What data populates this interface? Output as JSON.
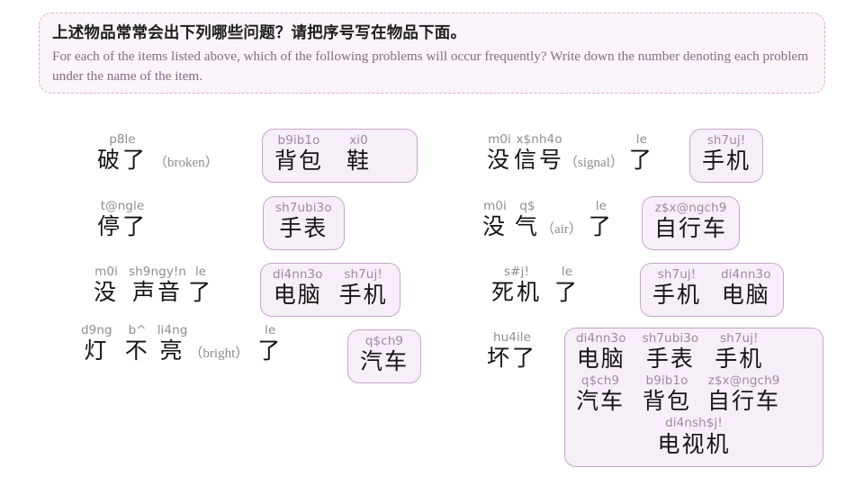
{
  "prompt": {
    "zh": "上述物品常常会出下列哪些问题？请把序号写在物品下面。",
    "en": "For each of the items listed above, which of the following problems will  occur frequently? Write down the number denoting each problem under the name of the item."
  },
  "left_column": [
    {
      "problem": {
        "parts": [
          {
            "pinyin": "p8le",
            "hanzi": "破了"
          }
        ],
        "gloss": "（broken）"
      },
      "answers": [
        {
          "pinyin": "b9ib1o",
          "hanzi": "背包"
        },
        {
          "pinyin": "xi0",
          "hanzi": "鞋"
        }
      ]
    },
    {
      "problem": {
        "parts": [
          {
            "pinyin": "t@ngle",
            "hanzi": "停了"
          }
        ],
        "gloss": ""
      },
      "answers": [
        {
          "pinyin": "sh7ubi3o",
          "hanzi": "手表"
        }
      ]
    },
    {
      "problem": {
        "parts": [
          {
            "pinyin": "m0i",
            "hanzi": "没"
          },
          {
            "pinyin": "sh9ngy!n",
            "hanzi": "声音"
          },
          {
            "pinyin": "le",
            "hanzi": "了"
          }
        ],
        "gloss": ""
      },
      "answers": [
        {
          "pinyin": "di4nn3o",
          "hanzi": "电脑"
        },
        {
          "pinyin": "sh7uj!",
          "hanzi": "手机"
        }
      ]
    },
    {
      "problem": {
        "parts": [
          {
            "pinyin": "d9ng",
            "hanzi": "灯"
          },
          {
            "pinyin": "b^",
            "hanzi": "不"
          },
          {
            "pinyin": "li4ng",
            "hanzi": "亮"
          }
        ],
        "gloss": "（bright）",
        "tail": {
          "pinyin": "le",
          "hanzi": "了"
        }
      },
      "answers": [
        {
          "pinyin": "q$ch9",
          "hanzi": "汽车"
        }
      ]
    }
  ],
  "right_column": [
    {
      "problem": {
        "parts": [
          {
            "pinyin": "m0i",
            "hanzi": "没"
          },
          {
            "pinyin": "x$nh4o",
            "hanzi": "信号"
          }
        ],
        "gloss": "（signal）",
        "tail": {
          "pinyin": "le",
          "hanzi": "了"
        }
      },
      "answers": [
        {
          "pinyin": "sh7uj!",
          "hanzi": "手机"
        }
      ]
    },
    {
      "problem": {
        "parts": [
          {
            "pinyin": "m0i",
            "hanzi": "没"
          },
          {
            "pinyin": "q$",
            "hanzi": "气"
          }
        ],
        "gloss": "（air）",
        "tail": {
          "pinyin": "le",
          "hanzi": "了"
        }
      },
      "answers": [
        {
          "pinyin": "z$x@ngch9",
          "hanzi": "自行车"
        }
      ]
    },
    {
      "problem": {
        "parts": [
          {
            "pinyin": "s#j!",
            "hanzi": "死机"
          },
          {
            "pinyin": "le",
            "hanzi": "了"
          }
        ],
        "gloss": ""
      },
      "answers": [
        {
          "pinyin": "sh7uj!",
          "hanzi": "手机"
        },
        {
          "pinyin": "di4nn3o",
          "hanzi": "电脑"
        }
      ]
    },
    {
      "problem": {
        "parts": [
          {
            "pinyin": "hu4ile",
            "hanzi": "坏了"
          }
        ],
        "gloss": ""
      },
      "answers_rows": [
        [
          {
            "pinyin": "di4nn3o",
            "hanzi": "电脑"
          },
          {
            "pinyin": "sh7ubi3o",
            "hanzi": "手表"
          },
          {
            "pinyin": "sh7uj!",
            "hanzi": "手机"
          }
        ],
        [
          {
            "pinyin": "q$ch9",
            "hanzi": "汽车"
          },
          {
            "pinyin": "b9ib1o",
            "hanzi": "背包"
          },
          {
            "pinyin": "z$x@ngch9",
            "hanzi": "自行车"
          }
        ],
        [
          {
            "pinyin": "di4nsh$j!",
            "hanzi": "电视机"
          }
        ]
      ]
    }
  ],
  "colors": {
    "box_fill": "#f7eff8",
    "box_border": "#c7a4cc",
    "prompt_fill": "#fbf4fa",
    "prompt_border": "#dfa9ca",
    "pinyin": "#8d8d8d",
    "hanzi": "#141414",
    "gloss": "#8b8b8b",
    "english": "#7d7086"
  }
}
